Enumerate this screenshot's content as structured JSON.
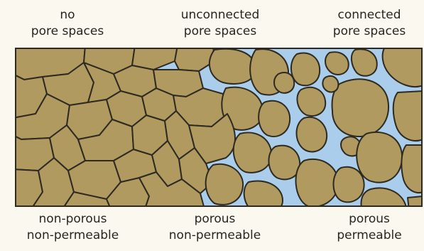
{
  "top_labels": {
    "left": {
      "line1": "no",
      "line2": "pore spaces"
    },
    "middle": {
      "line1": "unconnected",
      "line2": "pore spaces"
    },
    "right": {
      "line1": "connected",
      "line2": "pore spaces"
    }
  },
  "bottom_labels": {
    "left": {
      "line1": "non-porous",
      "line2": "non-permeable"
    },
    "middle": {
      "line1": "porous",
      "line2": "non-permeable"
    },
    "right": {
      "line1": "porous",
      "line2": "permeable"
    }
  },
  "colors": {
    "grain": "#b09a5f",
    "grain_outline": "#2e2a22",
    "water": "#a9cdea",
    "frame": "#2e2a22",
    "background": "#fbf8ef"
  }
}
